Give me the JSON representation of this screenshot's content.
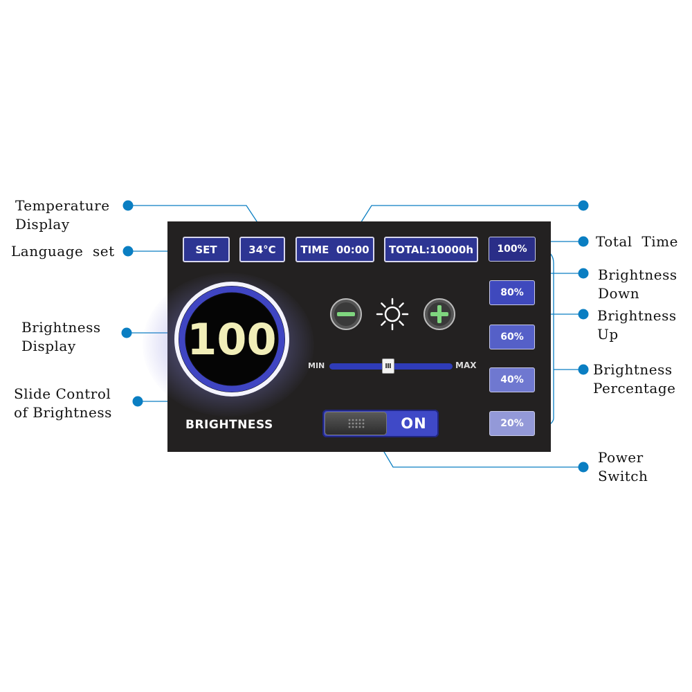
{
  "callouts": {
    "temperature_display": [
      "Temperature",
      "Display"
    ],
    "language_set": "Language  set",
    "brightness_display": [
      "Brightness",
      "Display"
    ],
    "slide_control": [
      "Slide Control",
      "of Brightness"
    ],
    "total_time": "Total  Time",
    "brightness_down": [
      "Brightness",
      "Down"
    ],
    "brightness_up": [
      "Brightness",
      "Up"
    ],
    "brightness_percentage": [
      "Brightness",
      "Percentage"
    ],
    "power_switch": [
      "Power",
      "Switch"
    ]
  },
  "panel": {
    "set_label": "SET",
    "temperature": "34°C",
    "time": "TIME  00:00",
    "total": "TOTAL:10000h",
    "brightness_value": "100",
    "brightness_label": "BRIGHTNESS",
    "slider": {
      "min_label": "MIN",
      "max_label": "MAX",
      "thumb_grip": "Ⅲ",
      "level": 0.5
    },
    "power": {
      "label": "ON",
      "state": true
    },
    "percentages": [
      {
        "label": "100%",
        "color": "#2a2e88"
      },
      {
        "label": "80%",
        "color": "#3f49bd"
      },
      {
        "label": "60%",
        "color": "#5560c8"
      },
      {
        "label": "40%",
        "color": "#6f78d0"
      },
      {
        "label": "20%",
        "color": "#9399d8"
      }
    ]
  },
  "colors": {
    "callout_dot": "#0a7ec2",
    "leader_line": "#0a7ec2",
    "panel_bg": "#232121",
    "accent": "#2d3593",
    "icon_green": "#7fd67f"
  },
  "icons": [
    "minus-icon",
    "sun-icon",
    "plus-icon"
  ]
}
